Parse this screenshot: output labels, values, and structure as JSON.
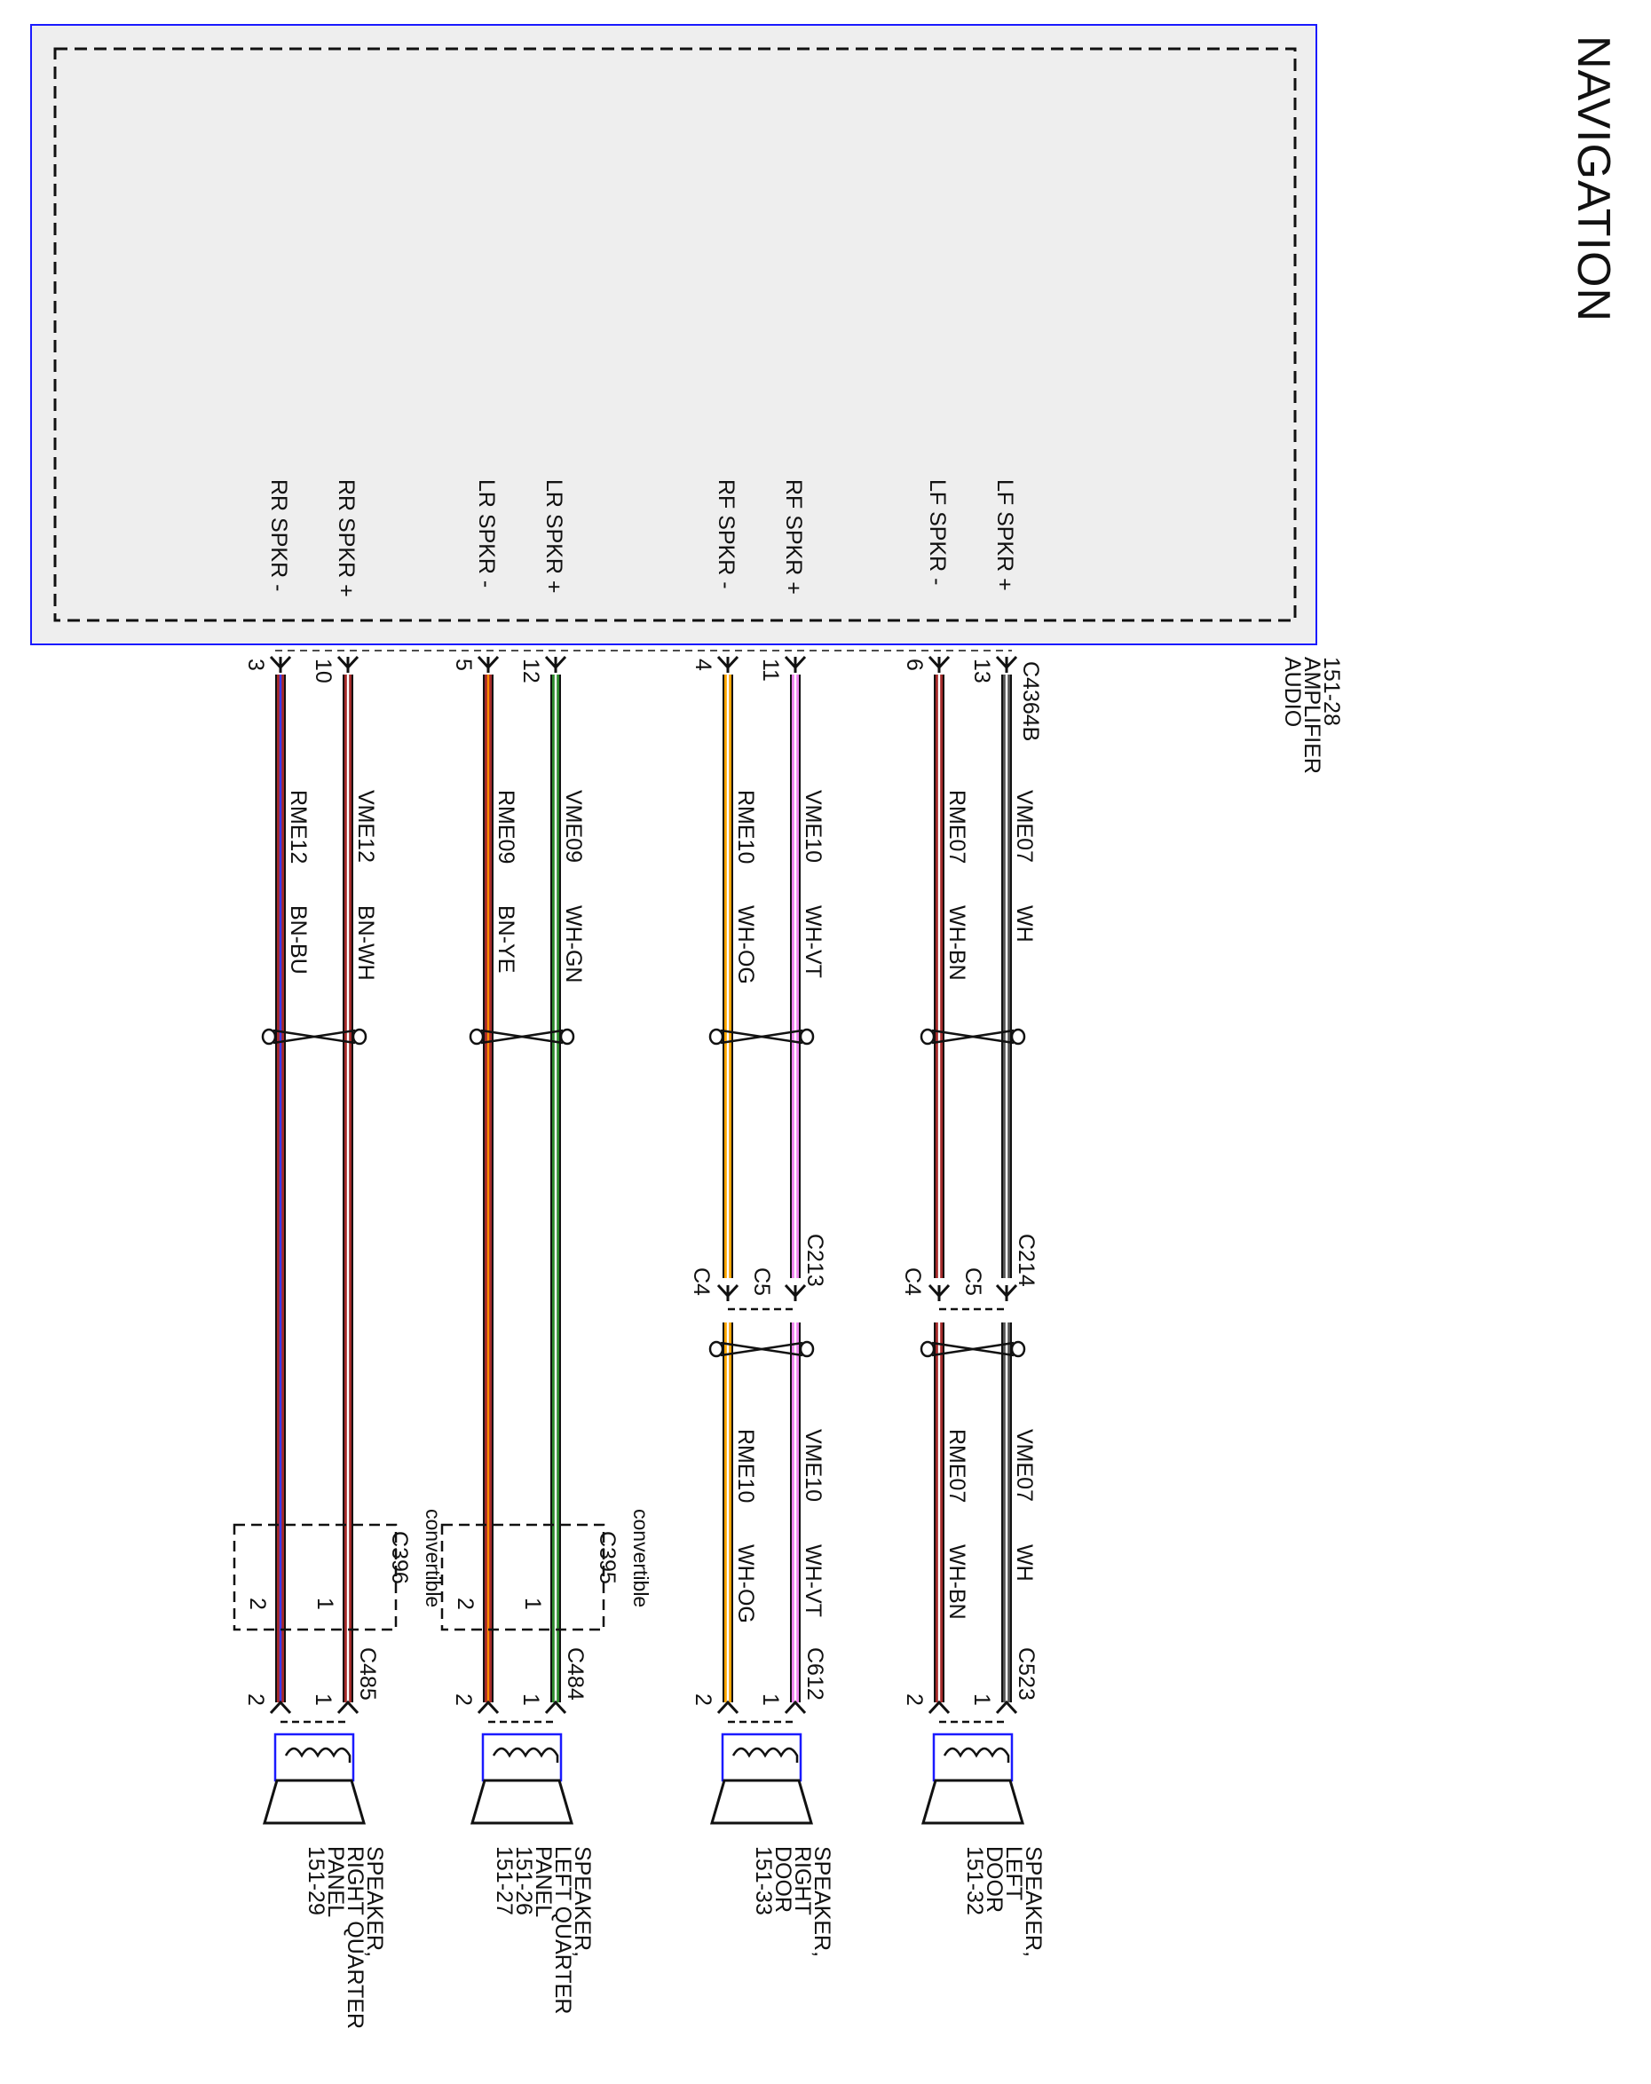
{
  "title": "NAVIGATION",
  "amplifier": {
    "name_lines": [
      "AUDIO",
      "AMPLIFIER",
      "151-28"
    ],
    "connector": "C4364B"
  },
  "channels": [
    {
      "plus_label": "RR SPKR +",
      "minus_label": "RR SPKR -",
      "plus_pin": "10",
      "minus_pin": "3",
      "plus_circuit": "VME12",
      "plus_color": "BN-WH",
      "minus_circuit": "RME12",
      "minus_color": "BN-BU",
      "wire_colors": {
        "plus": [
          "#a52a2a",
          "#ffffff"
        ],
        "minus": [
          "#a52a2a",
          "#3a3aff"
        ]
      },
      "inline_connector": "C396",
      "inline_note": "convertible",
      "inline_pins": [
        "1",
        "2"
      ],
      "speaker_connector": "C485",
      "speaker_pins": [
        "1",
        "2"
      ],
      "speaker_lines": [
        "SPEAKER,",
        "RIGHT QUARTER",
        "PANEL",
        "151-29"
      ]
    },
    {
      "plus_label": "LR SPKR +",
      "minus_label": "LR SPKR -",
      "plus_pin": "12",
      "minus_pin": "5",
      "plus_circuit": "VME09",
      "plus_color": "WH-GN",
      "minus_circuit": "RME09",
      "minus_color": "BN-YE",
      "wire_colors": {
        "plus": [
          "#2e8b2e",
          "#ffffff"
        ],
        "minus": [
          "#a52a2a",
          "#ff8c00"
        ]
      },
      "inline_connector": "C395",
      "inline_note": "convertible",
      "inline_pins": [
        "1",
        "2"
      ],
      "speaker_connector": "C484",
      "speaker_pins": [
        "1",
        "2"
      ],
      "speaker_lines": [
        "SPEAKER,",
        "LEFT QUARTER",
        "PANEL",
        "151-26",
        "151-27"
      ]
    },
    {
      "plus_label": "RF SPKR +",
      "minus_label": "RF SPKR -",
      "plus_pin": "11",
      "minus_pin": "4",
      "plus_circuit": "VME10",
      "plus_color": "WH-VT",
      "minus_circuit": "RME10",
      "minus_color": "WH-OG",
      "wire_colors": {
        "plus": [
          "#ee82ee",
          "#ffffff"
        ],
        "minus": [
          "#ffa500",
          "#ffffff"
        ]
      },
      "inline_connector": "C213",
      "inline_pins": [
        "C5",
        "C4"
      ],
      "speaker_connector": "C612",
      "speaker_pins": [
        "1",
        "2"
      ],
      "speaker_lines": [
        "SPEAKER,",
        "RIGHT",
        "DOOR",
        "151-33"
      ]
    },
    {
      "plus_label": "LF SPKR +",
      "minus_label": "LF SPKR -",
      "plus_pin": "13",
      "minus_pin": "6",
      "plus_circuit": "VME07",
      "plus_color": "WH",
      "minus_circuit": "RME07",
      "minus_color": "WH-BN",
      "wire_colors": {
        "plus": [
          "#555555",
          "#ffffff"
        ],
        "minus": [
          "#a52a2a",
          "#ffffff"
        ]
      },
      "inline_connector": "C214",
      "inline_pins": [
        "C5",
        "C4"
      ],
      "speaker_connector": "C523",
      "speaker_pins": [
        "1",
        "2"
      ],
      "speaker_lines": [
        "SPEAKER,",
        "LEFT",
        "DOOR",
        "151-32"
      ]
    }
  ],
  "colors": {
    "module_border": "#1a1aff",
    "module_fill": "#eeeeee"
  }
}
